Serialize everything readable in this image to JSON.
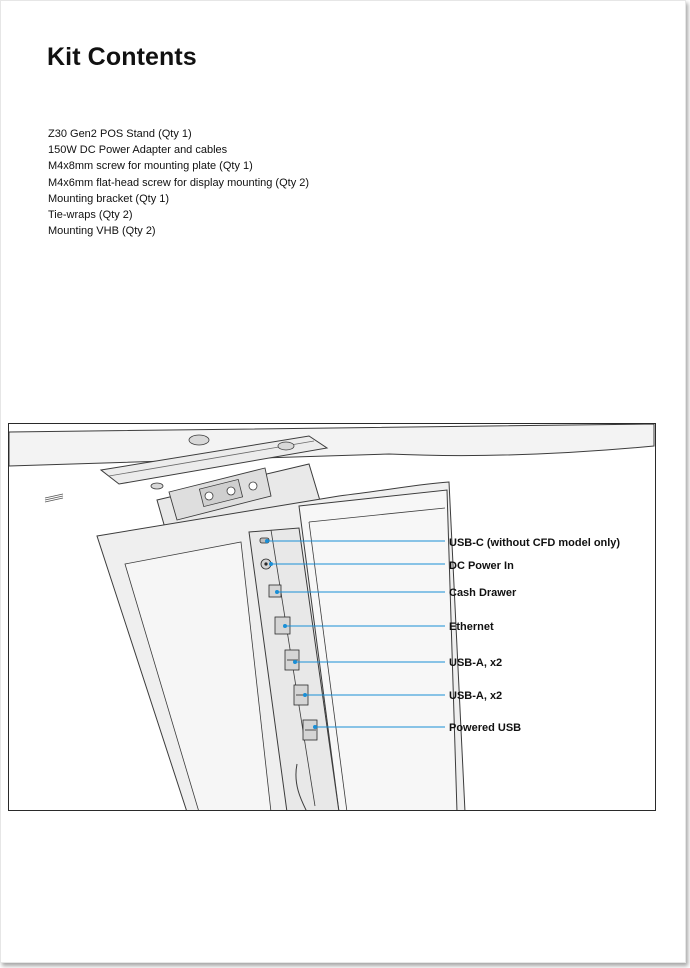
{
  "page": {
    "title": "Kit Contents"
  },
  "kit_contents": {
    "items": [
      "Z30 Gen2 POS Stand (Qty 1)",
      "150W DC Power Adapter and cables",
      "M4x8mm screw for mounting plate (Qty 1)",
      "M4x6mm flat-head screw for display mounting (Qty 2)",
      "Mounting bracket (Qty 1)",
      "Tie-wraps (Qty 2)",
      "Mounting VHB (Qty 2)"
    ]
  },
  "figure": {
    "callouts": [
      "USB-C (without CFD model only)",
      "DC Power In",
      "Cash Drawer",
      "Ethernet",
      "USB-A, x2",
      "USB-A, x2",
      "Powered USB"
    ],
    "colors": {
      "leader_line": "#1a8fd6",
      "outline": "#3c3c3c",
      "surface": "#eeeeee"
    }
  }
}
